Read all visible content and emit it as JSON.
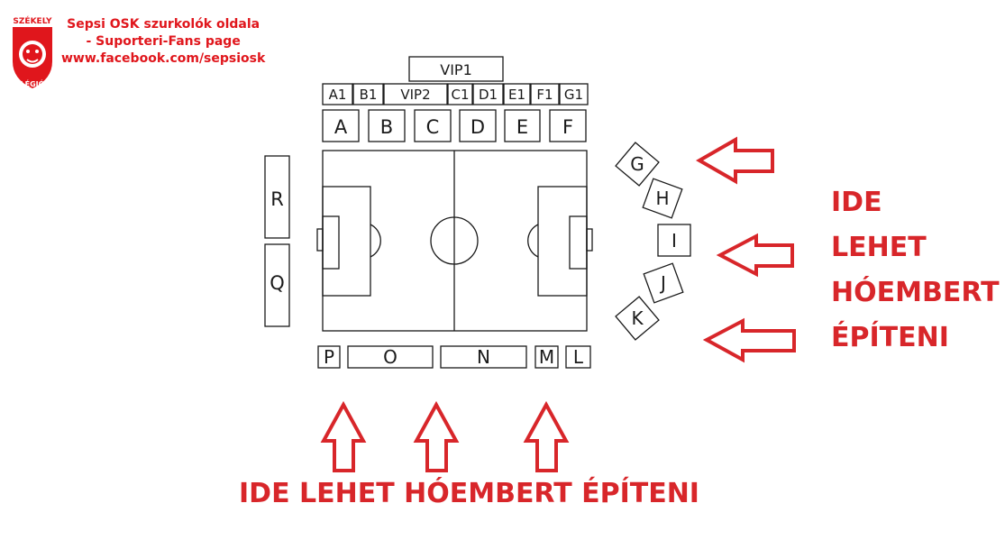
{
  "header": {
    "line1": "Sepsi OSK szurkolók oldala",
    "line2": "- Suporteri-Fans page",
    "line3": "www.facebook.com/sepsiosk",
    "logo_text_top": "SZÉKELY",
    "logo_text_bottom": "LÉGIÓ",
    "logo_color": "#e0161c"
  },
  "sections": {
    "vip1": "VIP1",
    "top_small": [
      "A1",
      "B1",
      "VIP2",
      "C1",
      "D1",
      "E1",
      "F1",
      "G1"
    ],
    "top_main": [
      "A",
      "B",
      "C",
      "D",
      "E",
      "F"
    ],
    "left": [
      "R",
      "Q"
    ],
    "curve": [
      "G",
      "H",
      "I",
      "J",
      "K"
    ],
    "bottom": [
      "P",
      "O",
      "N",
      "M",
      "L"
    ]
  },
  "annotation": {
    "side_lines": [
      "IDE",
      "LEHET",
      "HÓEMBERT",
      "ÉPÍTENI"
    ],
    "bottom_text": "IDE LEHET HÓEMBERT ÉPÍTENI",
    "color": "#d8262a"
  }
}
